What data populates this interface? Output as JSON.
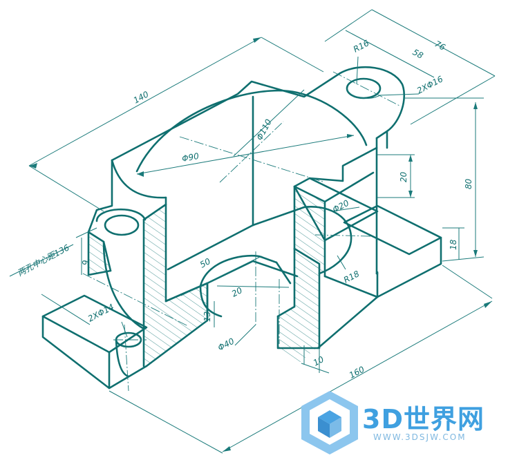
{
  "drawing": {
    "dimensions": {
      "d140": "140",
      "d76": "76",
      "d58": "58",
      "r16": "R16",
      "holes_top": "2XΦ16",
      "dia110": "Φ110",
      "dia90": "Φ90",
      "d80": "80",
      "d20a": "20",
      "dia20": "Φ20",
      "r18": "R18",
      "d18": "18",
      "d50": "50",
      "d20b": "20",
      "d13": "13",
      "holes_base": "2XΦ14",
      "dia40": "Φ40",
      "d10": "10",
      "d160": "160",
      "d9": "9",
      "note": "两孔中心距136"
    }
  },
  "watermark": {
    "brand": "3D世界网",
    "url": "WWW.3DSJW.COM"
  },
  "colors": {
    "line": "#0f6f6f",
    "logo": "#3fa0e0"
  }
}
